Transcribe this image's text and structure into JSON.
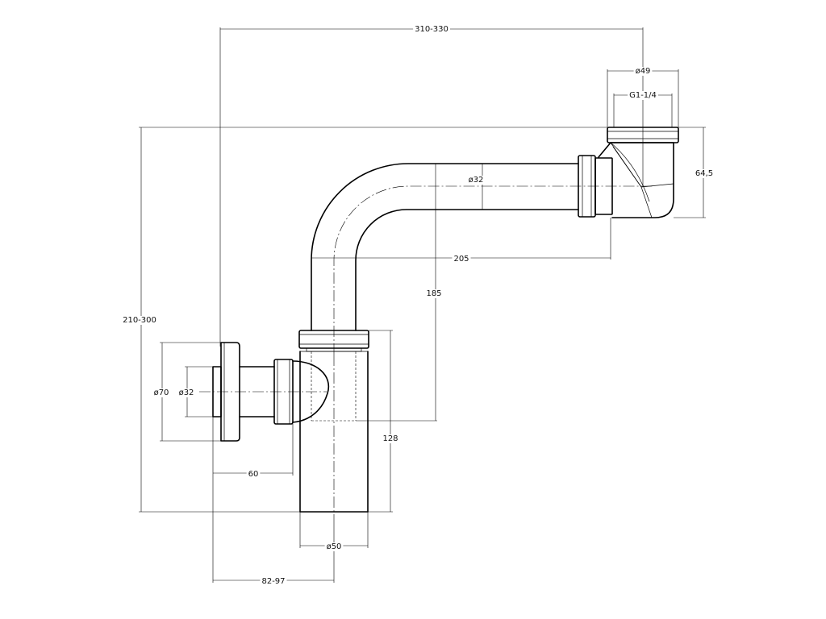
{
  "dimensions": {
    "overall_width": "310-330",
    "outlet_outer_dia": "ø49",
    "outlet_thread": "G1-1/4",
    "elbow_height": "64,5",
    "horizontal_pipe_dia": "ø32",
    "horizontal_pipe_length": "205",
    "vertical_rise": "185",
    "overall_height": "210-300",
    "flange_dia": "ø70",
    "inlet_pipe_dia": "ø32",
    "inlet_length": "60",
    "bottle_height": "128",
    "bottle_dia": "ø50",
    "wall_to_axis": "82-97"
  }
}
